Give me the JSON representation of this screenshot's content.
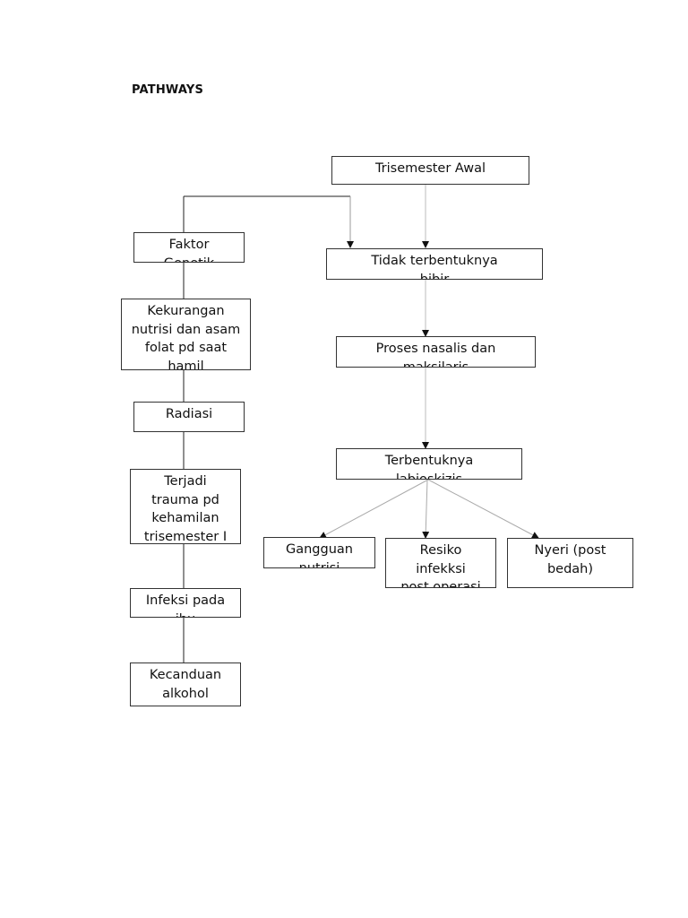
{
  "page": {
    "title": "PATHWAYS"
  },
  "nodes": {
    "trisemester_awal": "Trisemester Awal",
    "faktor": "Faktor\nGenetik",
    "tidak_terbentuknya": "Tidak terbentuknya\nbibir",
    "kekurangan_nutrisi": "Kekurangan\nnutrisi dan asam\nfolat pd saat\nhamil",
    "proses_nasalis": "Proses nasalis dan\nmaksilaris",
    "radiasi": "Radiasi",
    "terbentuknya": "Terbentuknya\nlabioskizis",
    "terjadi_trauma": "Terjadi\ntrauma pd\nkehamilan\ntrisemester I",
    "gangguan": "Gangguan\nnutrisi",
    "resiko_infeksi": "Resiko\ninfekksi\npost operasi",
    "nyeri": "Nyeri (post\nbedah)",
    "infeksi_pada": "Infeksi pada\nibu",
    "kecanduan_alkohol": "Kecanduan\nalkohol"
  }
}
